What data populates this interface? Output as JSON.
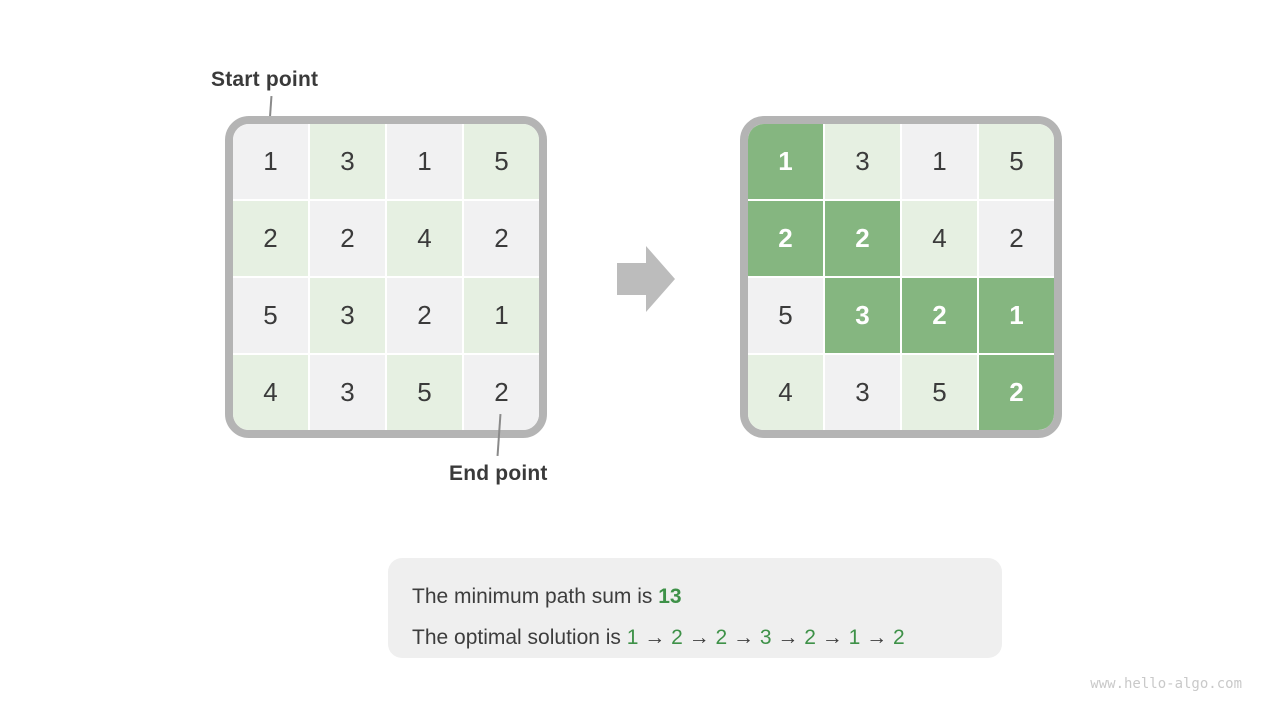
{
  "labels": {
    "start_point": "Start point",
    "end_point": "End point"
  },
  "grids": {
    "left": {
      "rows": [
        [
          {
            "value": "1",
            "type": "gray"
          },
          {
            "value": "3",
            "type": "green"
          },
          {
            "value": "1",
            "type": "gray"
          },
          {
            "value": "5",
            "type": "green"
          }
        ],
        [
          {
            "value": "2",
            "type": "green"
          },
          {
            "value": "2",
            "type": "gray"
          },
          {
            "value": "4",
            "type": "green"
          },
          {
            "value": "2",
            "type": "gray"
          }
        ],
        [
          {
            "value": "5",
            "type": "gray"
          },
          {
            "value": "3",
            "type": "green"
          },
          {
            "value": "2",
            "type": "gray"
          },
          {
            "value": "1",
            "type": "green"
          }
        ],
        [
          {
            "value": "4",
            "type": "green"
          },
          {
            "value": "3",
            "type": "gray"
          },
          {
            "value": "5",
            "type": "green"
          },
          {
            "value": "2",
            "type": "gray"
          }
        ]
      ]
    },
    "right": {
      "rows": [
        [
          {
            "value": "1",
            "type": "path"
          },
          {
            "value": "3",
            "type": "green"
          },
          {
            "value": "1",
            "type": "gray"
          },
          {
            "value": "5",
            "type": "green"
          }
        ],
        [
          {
            "value": "2",
            "type": "path"
          },
          {
            "value": "2",
            "type": "path"
          },
          {
            "value": "4",
            "type": "green"
          },
          {
            "value": "2",
            "type": "gray"
          }
        ],
        [
          {
            "value": "5",
            "type": "gray"
          },
          {
            "value": "3",
            "type": "path"
          },
          {
            "value": "2",
            "type": "path"
          },
          {
            "value": "1",
            "type": "path"
          }
        ],
        [
          {
            "value": "4",
            "type": "green"
          },
          {
            "value": "3",
            "type": "gray"
          },
          {
            "value": "5",
            "type": "green"
          },
          {
            "value": "2",
            "type": "path"
          }
        ]
      ]
    }
  },
  "summary": {
    "line1_prefix": "The minimum path sum is ",
    "min_sum": "13",
    "line2_prefix": "The optimal solution is ",
    "path_sequence": [
      "1",
      "2",
      "2",
      "3",
      "2",
      "1",
      "2"
    ],
    "arrow_separator": "→"
  },
  "watermark": "www.hello-algo.com",
  "colors": {
    "background": "#ffffff",
    "cell_gray": "#f1f1f2",
    "cell_light_green": "#e6f0e2",
    "cell_path_green": "#85b680",
    "grid_border_gray": "#b4b4b4",
    "block_arrow_gray": "#bcbcbc",
    "green_text": "#3e9148",
    "dark_text": "#3b3b3b"
  }
}
